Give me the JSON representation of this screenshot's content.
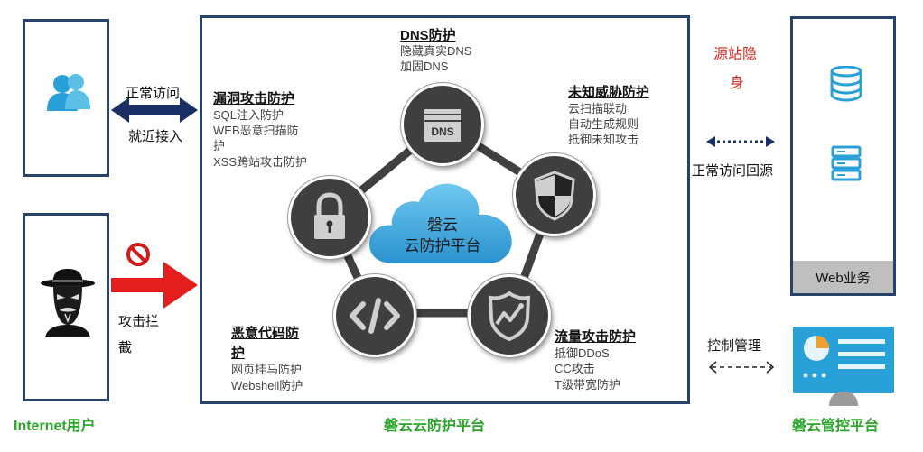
{
  "left": {
    "internet_user_label": "Internet用户",
    "normal_access": "正常访问",
    "nearby_access": "就近接入",
    "attack_block_line1": "攻击拦",
    "attack_block_line2": "截"
  },
  "center": {
    "platform_label": "磐云云防护平台",
    "cloud_line1": "磐云",
    "cloud_line2": "云防护平台",
    "dns": {
      "title": "DNS防护",
      "items": [
        "隐藏真实DNS",
        "加固DNS"
      ],
      "icon_text": "DNS"
    },
    "unknown": {
      "title": "未知威胁防护",
      "items": [
        "云扫描联动",
        "自动生成规则",
        "抵御未知攻击"
      ]
    },
    "vuln": {
      "title": "漏洞攻击防护",
      "items": [
        "SQL注入防护",
        "WEB恶意扫描防",
        "护",
        "XSS跨站攻击防护"
      ]
    },
    "malicious": {
      "title_line1": "恶意代码防",
      "title_line2": "护",
      "items": [
        "网页挂马防护",
        "Webshell防护"
      ]
    },
    "traffic": {
      "title": "流量攻击防护",
      "items": [
        "抵御DDoS",
        "CC攻击",
        "T级带宽防护"
      ]
    }
  },
  "right": {
    "origin_hide_line1": "源站隐",
    "origin_hide_line2": "身",
    "back_to_origin": "正常访问回源",
    "web_business": "Web业务",
    "control": "控制管理",
    "mgmt_platform_label": "磐云管控平台"
  },
  "colors": {
    "frame": "#27436b",
    "green_label": "#2aa52a",
    "origin_red": "#d9261c",
    "cloud_blue": "#2f9ed8",
    "icon_blue": "#2aa0d8",
    "node_gray": "#3f3f3f",
    "arrow_red": "#e41d1d",
    "arrow_navy": "#1a2f66"
  }
}
